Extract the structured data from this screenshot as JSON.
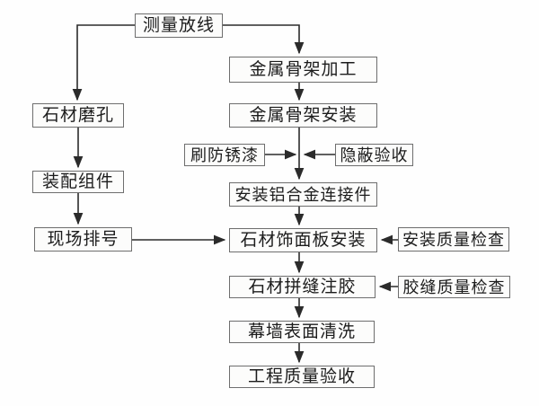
{
  "colors": {
    "background": "#fefefe",
    "node_fill": "#fcfcfb",
    "node_border": "#6e6e6e",
    "text": "#1c1c1c",
    "line": "#2b2b2b"
  },
  "flowchart": {
    "description": "Stone curtain wall construction process flowchart",
    "nodes": {
      "measure_layout": {
        "label": "测量放线"
      },
      "frame_fabrication": {
        "label": "金属骨架加工"
      },
      "stone_drilling": {
        "label": "石材磨孔"
      },
      "frame_installation": {
        "label": "金属骨架安装"
      },
      "antirust_paint": {
        "label": "刷防锈漆"
      },
      "concealed_acceptance": {
        "label": "隐蔽验收"
      },
      "assemble_components": {
        "label": "装配组件"
      },
      "aluminum_connectors": {
        "label": "安装铝合金连接件"
      },
      "site_numbering": {
        "label": "现场排号"
      },
      "stone_panel_install": {
        "label": "石材饰面板安装"
      },
      "install_quality_check": {
        "label": "安装质量检查"
      },
      "joint_glue_injection": {
        "label": "石材拼缝注胶"
      },
      "glue_joint_quality_check": {
        "label": "胶缝质量检查"
      },
      "curtain_wall_cleaning": {
        "label": "幕墙表面清洗"
      },
      "project_quality_acceptance": {
        "label": "工程质量验收"
      }
    }
  }
}
